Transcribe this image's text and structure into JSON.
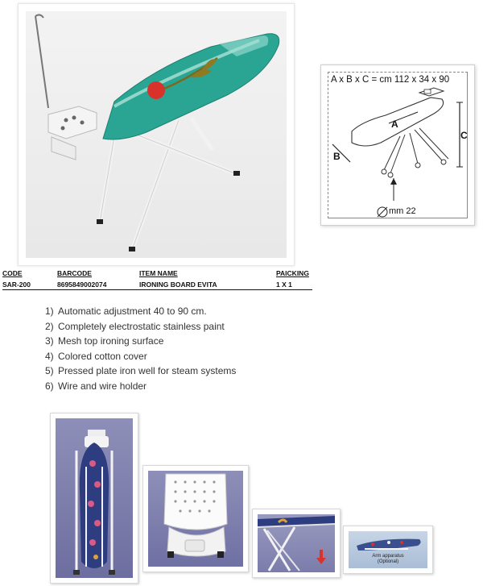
{
  "diagram": {
    "dims": "A x B x C = cm 112 x 34 x 90",
    "label_a": "A",
    "label_b": "B",
    "label_c": "C",
    "pipe": "mm 22"
  },
  "table": {
    "headers": [
      "CODE",
      "BARCODE",
      "ITEM NAME",
      "PAICKING"
    ],
    "row": [
      "SAR-200",
      "8695849002074",
      "IRONING BOARD EVITA",
      "1 X 1"
    ]
  },
  "features": [
    {
      "num": "1)",
      "text": "Automatic adjustment 40 to 90 cm."
    },
    {
      "num": "2)",
      "text": "Completely electrostatic stainless paint"
    },
    {
      "num": "3)",
      "text": "Mesh top ironing surface"
    },
    {
      "num": "4)",
      "text": "Colored cotton cover"
    },
    {
      "num": "5)",
      "text": "Pressed plate iron well for steam systems"
    },
    {
      "num": "6)",
      "text": "Wire and wire holder"
    }
  ],
  "thumbs": {
    "arm_caption_1": "Arm apparatus",
    "arm_caption_2": "(Optional)"
  },
  "colors": {
    "board_cover": "#2aa593",
    "flower": "#d9322b",
    "thumb_bg": "#7b7cab",
    "print_cover": "#2d3d80"
  }
}
